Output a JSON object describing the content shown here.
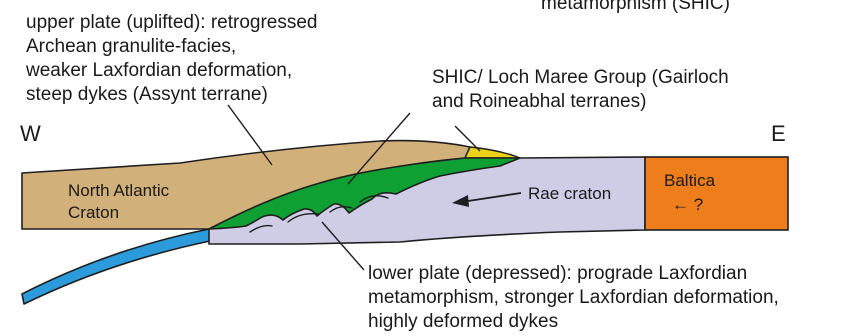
{
  "top_right_fragment": "metamorphism (SHIC)",
  "upper_plate": {
    "line1": "upper plate (uplifted): retrogressed",
    "line2": "Archean granulite-facies,",
    "line3": "weaker Laxfordian deformation,",
    "line4": "steep dykes (Assynt terrane)"
  },
  "shic": {
    "line1": "SHIC/ Loch Maree Group (Gairloch",
    "line2": "and Roineabhal terranes)"
  },
  "directions": {
    "west": "W",
    "east": "E"
  },
  "north_atlantic": {
    "line1": "North Atlantic",
    "line2": "Craton"
  },
  "rae": {
    "label": "Rae craton"
  },
  "baltica": {
    "label": "Baltica",
    "arrow_note": "← ?"
  },
  "lower_plate": {
    "line1": "lower plate (depressed): prograde Laxfordian",
    "line2": "metamorphism, stronger Laxfordian deformation,",
    "line3": "highly deformed dykes"
  },
  "colors": {
    "north_atlantic_fill": "#D2B07A",
    "rae_fill": "#CFCCE6",
    "shic_fill": "#0FA033",
    "yellow_fill": "#EDD21A",
    "baltica_fill": "#EE7D1C",
    "slab_fill": "#2B9BDB",
    "outline": "#1f1f1f"
  },
  "icons": {
    "arrow": "arrow-left-icon"
  }
}
